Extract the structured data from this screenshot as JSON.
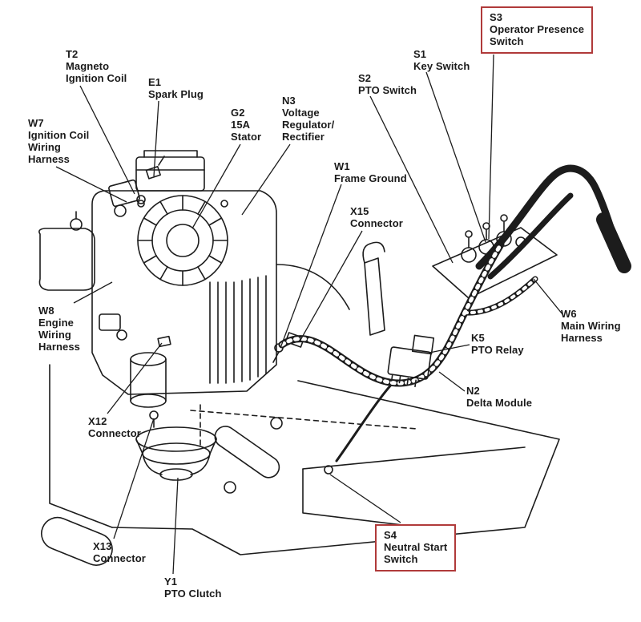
{
  "diagram": {
    "type": "engine-wiring-component-diagram",
    "labels": [
      {
        "id": "T2",
        "text": "T2\nMagneto\nIgnition Coil",
        "highlighted": false
      },
      {
        "id": "E1",
        "text": "E1\nSpark Plug",
        "highlighted": false
      },
      {
        "id": "G2",
        "text": "G2\n15A\nStator",
        "highlighted": false
      },
      {
        "id": "N3",
        "text": "N3\nVoltage\nRegulator/\nRectifier",
        "highlighted": false
      },
      {
        "id": "W1",
        "text": "W1\nFrame Ground",
        "highlighted": false
      },
      {
        "id": "X15",
        "text": "X15\nConnector",
        "highlighted": false
      },
      {
        "id": "S2",
        "text": "S2\nPTO Switch",
        "highlighted": false
      },
      {
        "id": "S1",
        "text": "S1\nKey Switch",
        "highlighted": false
      },
      {
        "id": "S3",
        "text": "S3\nOperator Presence\nSwitch",
        "highlighted": true
      },
      {
        "id": "W7",
        "text": "W7\nIgnition Coil\nWiring\nHarness",
        "highlighted": false
      },
      {
        "id": "W8",
        "text": "W8\nEngine\nWiring\nHarness",
        "highlighted": false
      },
      {
        "id": "X12",
        "text": "X12\nConnector",
        "highlighted": false
      },
      {
        "id": "X13",
        "text": "X13\nConnector",
        "highlighted": false
      },
      {
        "id": "Y1",
        "text": "Y1\nPTO Clutch",
        "highlighted": false
      },
      {
        "id": "S4",
        "text": "S4\nNeutral Start\nSwitch",
        "highlighted": true
      },
      {
        "id": "K5",
        "text": "K5\nPTO Relay",
        "highlighted": false
      },
      {
        "id": "N2",
        "text": "N2\nDelta Module",
        "highlighted": false
      },
      {
        "id": "W6",
        "text": "W6\nMain Wiring\nHarness",
        "highlighted": false
      }
    ]
  },
  "colors": {
    "ink": "#1a1a1a",
    "highlight_box": "#b03a3a",
    "background": "#ffffff"
  }
}
